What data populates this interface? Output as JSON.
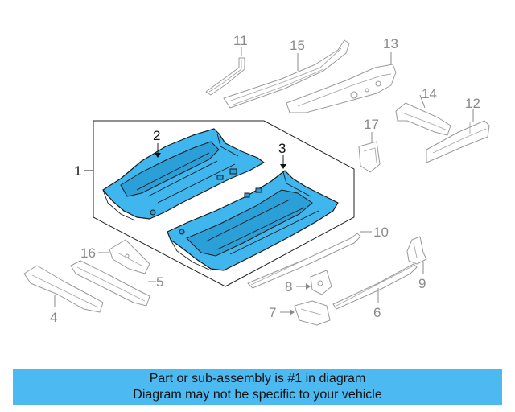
{
  "callouts": {
    "c1": "1",
    "c2": "2",
    "c3": "3",
    "c4": "4",
    "c5": "5",
    "c6": "6",
    "c7": "7",
    "c8": "8",
    "c9": "9",
    "c10": "10",
    "c11": "11",
    "c12": "12",
    "c13": "13",
    "c14": "14",
    "c15": "15",
    "c16": "16",
    "c17": "17"
  },
  "banner": {
    "line1": "Part or sub-assembly is #1 in diagram",
    "line2": "Diagram may not be specific to your vehicle"
  },
  "colors": {
    "highlight": "#3fb6ee",
    "banner": "#4cbaf0",
    "ghost_stroke": "#9a9a9a"
  }
}
